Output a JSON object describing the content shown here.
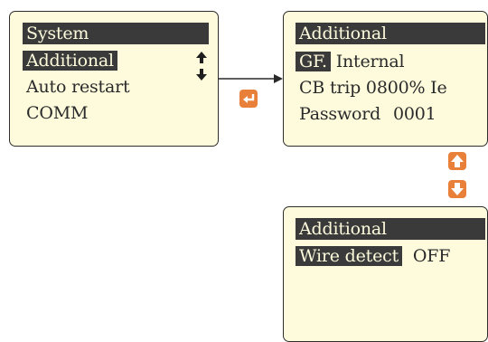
{
  "screen1": {
    "title": "System",
    "selected_item": "Additional",
    "items": [
      "Auto restart",
      "COMM"
    ],
    "icon": "up-down-arrows-icon"
  },
  "screen2": {
    "title": "Additional",
    "gf_label": "GF.",
    "gf_value": "Internal",
    "cb_trip": "CB trip 0800% Ie",
    "password_label": "Password",
    "password_value": "0001"
  },
  "screen3": {
    "title": "Additional",
    "wire_label": "Wire detect",
    "wire_value": "OFF"
  },
  "buttons": {
    "enter": "enter-key-icon",
    "up": "up-key-icon",
    "down": "down-key-icon"
  },
  "colors": {
    "screen_bg": "#fdfbdc",
    "highlight": "#3a3a3a",
    "button": "#e8803a"
  }
}
